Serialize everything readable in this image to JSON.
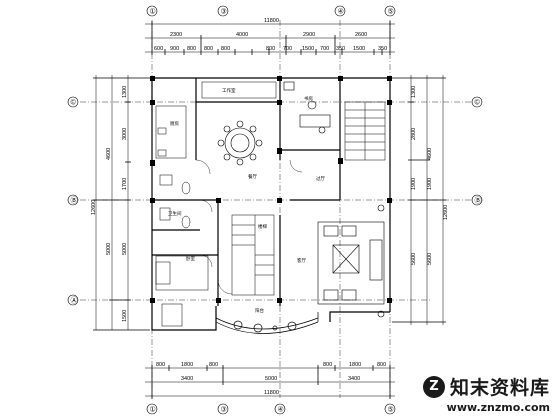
{
  "axes": {
    "vertical": [
      "①",
      "③",
      "④",
      "⑤"
    ],
    "horizontal": [
      "©",
      "Ⓑ",
      "Ⓐ"
    ],
    "horizontal_right": [
      "©",
      "Ⓑ"
    ]
  },
  "top_dims": {
    "total": "11800",
    "row1": [
      "2300",
      "4000",
      "2900",
      "2600"
    ],
    "row2": [
      "600",
      "900",
      "800",
      "800",
      "800",
      "800",
      "700",
      "1500",
      "700",
      "350",
      "1500",
      "350"
    ]
  },
  "bottom_dims": {
    "total": "11800",
    "row1": [
      "3400",
      "5000",
      "3400"
    ],
    "row2": [
      "800",
      "1800",
      "800",
      "800",
      "1800",
      "800"
    ]
  },
  "left_dims": {
    "total": "12600",
    "row1": [
      "4600",
      "5000"
    ],
    "row2": [
      "1300",
      "3000",
      "1700",
      "5000",
      "1500"
    ]
  },
  "right_dims": {
    "total": "12600",
    "row1": [
      "4600",
      "1900",
      "5600"
    ],
    "row2": [
      "1300",
      "2800",
      "1900",
      "5600"
    ]
  },
  "room_labels": [
    "厨房",
    "餐厅",
    "书房",
    "过厅",
    "卫生间",
    "卧室",
    "客厅",
    "楼梯",
    "工作室",
    "阳台"
  ],
  "watermark": {
    "logo": "Z",
    "brand": "知末资料库",
    "url": "www.znzmo.com"
  }
}
